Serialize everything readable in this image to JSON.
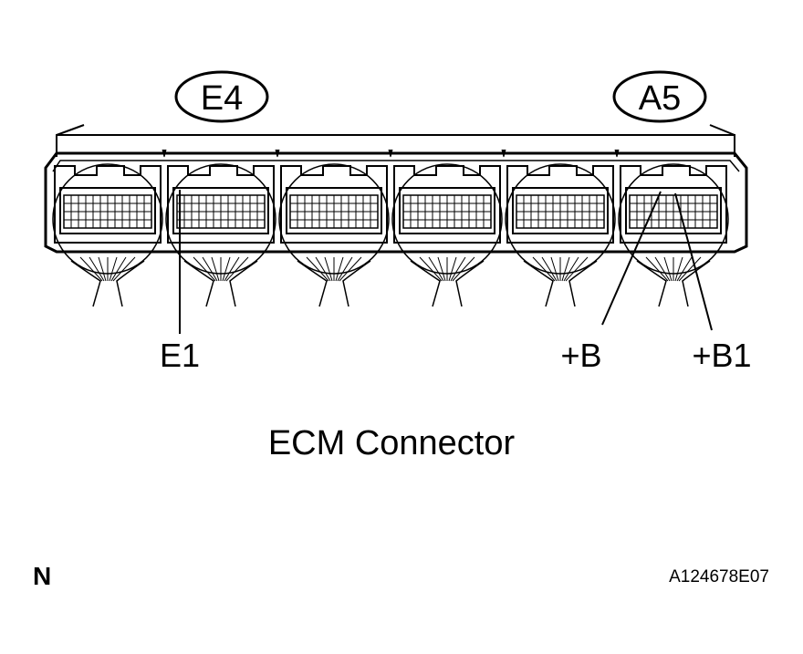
{
  "connectors": {
    "left_code": "E4",
    "right_code": "A5"
  },
  "terminals": {
    "e1": "E1",
    "plus_b": "+B",
    "plus_b1": "+B1"
  },
  "caption": "ECM Connector",
  "footer": {
    "orientation_mark": "N",
    "figure_code": "A124678E07"
  }
}
